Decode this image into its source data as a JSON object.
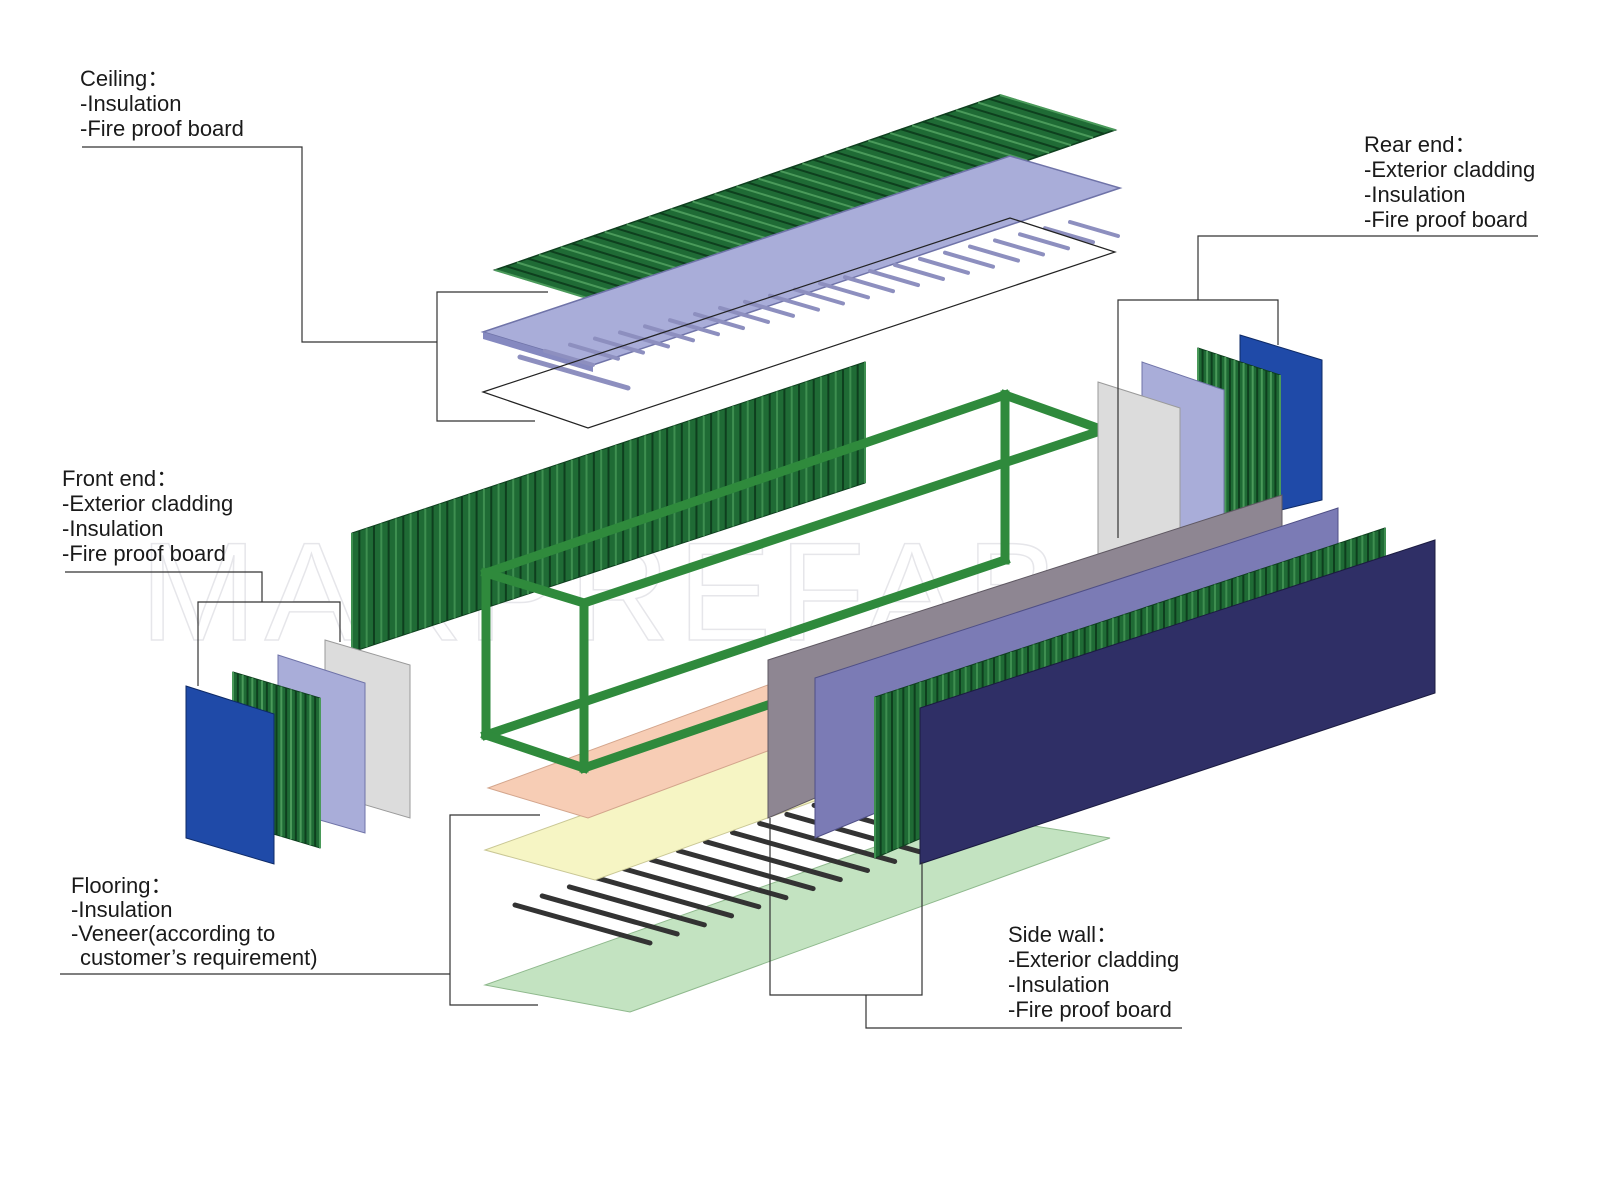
{
  "watermark": "MAXPREFAB",
  "labels": {
    "ceiling": {
      "title": "Ceiling：",
      "items": [
        "-Insulation",
        "-Fire proof board"
      ]
    },
    "rear_end": {
      "title": "Rear end：",
      "items": [
        "-Exterior cladding",
        "-Insulation",
        "-Fire proof board"
      ]
    },
    "front_end": {
      "title": "Front end：",
      "items": [
        "-Exterior cladding",
        "-Insulation",
        "-Fire proof board"
      ]
    },
    "flooring": {
      "title": "Flooring：",
      "items": [
        "-Insulation",
        "-Veneer(according to",
        "customer’s requirement)"
      ]
    },
    "side_wall": {
      "title": "Side wall：",
      "items": [
        "-Exterior cladding",
        "-Insulation",
        "-Fire proof board"
      ]
    }
  },
  "colors": {
    "corrugated_green": "#1f6b35",
    "corrugated_dark": "#0e3f1e",
    "frame_green": "#2f8a3c",
    "panel_lavender": "#a9add9",
    "panel_purple": "#7b7bb5",
    "panel_grey": "#dcdcdc",
    "panel_taupe": "#8e8692",
    "panel_blue": "#1f4aa8",
    "panel_navy": "#2f2f66",
    "floor_peach": "#f7cdb5",
    "floor_yellow": "#f6f5c4",
    "floor_green": "#c3e3c1"
  }
}
